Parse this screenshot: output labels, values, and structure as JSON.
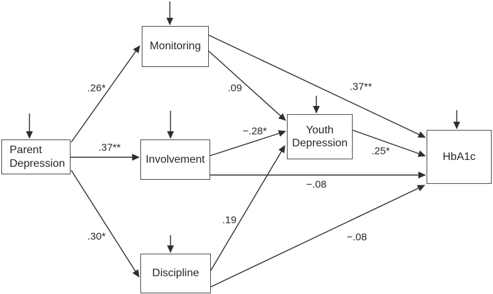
{
  "diagram": {
    "type": "path-model",
    "description": "Path analysis diagram linking parent depression, parenting behaviors, youth depression, and HbA1c",
    "nodes": [
      {
        "id": "parent-depression",
        "label": "Parent Depression"
      },
      {
        "id": "monitoring",
        "label": "Monitoring"
      },
      {
        "id": "involvement",
        "label": "Involvement"
      },
      {
        "id": "discipline",
        "label": "Discipline"
      },
      {
        "id": "youth-depression",
        "label": "Youth Depression"
      },
      {
        "id": "hba1c",
        "label": "HbA1c"
      }
    ],
    "edges": [
      {
        "from": "parent-depression",
        "to": "monitoring",
        "coefficient": ".26*"
      },
      {
        "from": "parent-depression",
        "to": "involvement",
        "coefficient": ".37**"
      },
      {
        "from": "parent-depression",
        "to": "discipline",
        "coefficient": ".30*"
      },
      {
        "from": "monitoring",
        "to": "youth-depression",
        "coefficient": ".09"
      },
      {
        "from": "monitoring",
        "to": "hba1c",
        "coefficient": ".37**"
      },
      {
        "from": "involvement",
        "to": "youth-depression",
        "coefficient": "−.28*"
      },
      {
        "from": "involvement",
        "to": "hba1c",
        "coefficient": "−.08"
      },
      {
        "from": "discipline",
        "to": "youth-depression",
        "coefficient": ".19"
      },
      {
        "from": "discipline",
        "to": "hba1c",
        "coefficient": "−.08"
      },
      {
        "from": "youth-depression",
        "to": "hba1c",
        "coefficient": ".25*"
      }
    ],
    "residual_arrows": [
      "parent-depression",
      "monitoring",
      "involvement",
      "discipline",
      "youth-depression",
      "hba1c"
    ],
    "colors": {
      "line": "#2e2e2e",
      "box_border": "#4b4b4b",
      "text": "#262626",
      "background": "#ffffff"
    }
  }
}
